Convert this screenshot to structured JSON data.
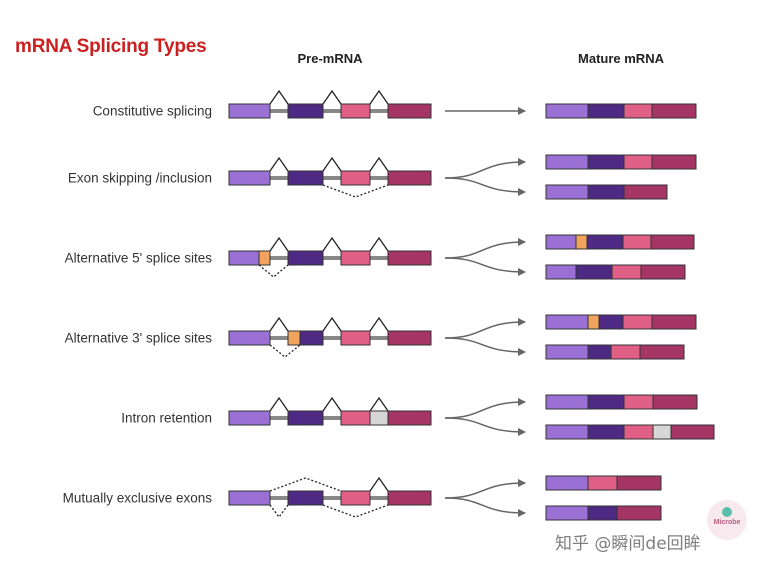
{
  "title": "mRNA Splicing Types",
  "col_headers": {
    "pre": "Pre-mRNA",
    "mature": "Mature mRNA"
  },
  "rows": [
    {
      "label": "Constitutive splicing"
    },
    {
      "label": "Exon skipping /inclusion"
    },
    {
      "label": "Alternative 5' splice sites"
    },
    {
      "label": "Alternative 3' splice sites"
    },
    {
      "label": "Intron retention"
    },
    {
      "label": "Mutually exclusive exons"
    }
  ],
  "colors": {
    "exon1": "#9a70d4",
    "exon2": "#4e2a84",
    "exon3": "#e05f86",
    "exon4": "#a53564",
    "alt_orange": "#f2a35e",
    "retained_intron": "#d6d6d6",
    "intron_line": "#888888",
    "arrow": "#666666",
    "title": "#cc1f1f"
  },
  "watermark": {
    "text": "知乎 @瞬间de回眸",
    "logo_text": "Microbe"
  }
}
